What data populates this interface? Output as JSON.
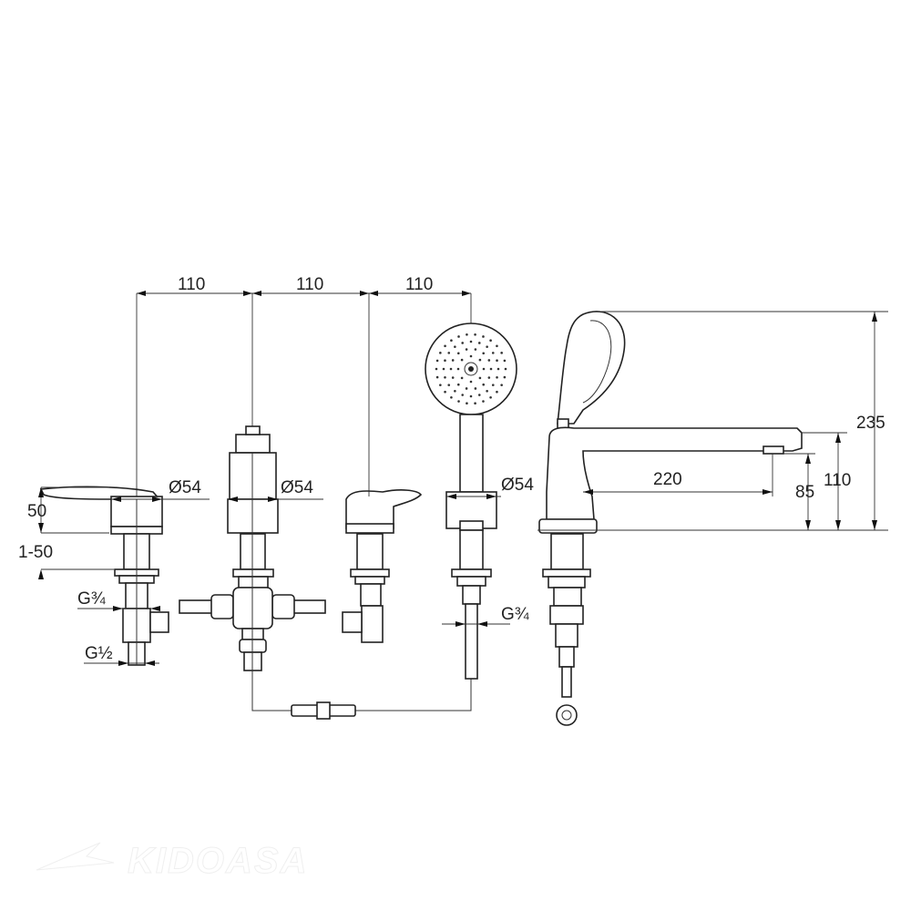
{
  "drawing": {
    "spacing_labels": [
      "110",
      "110",
      "110"
    ],
    "diameter_labels": [
      "Ø54",
      "Ø54",
      "Ø54"
    ],
    "lever_height": "50",
    "deck_thickness": "1-50",
    "thread_upper": "G¾",
    "thread_lower": "G½",
    "thread_hose": "G¾",
    "spout_reach": "220",
    "spout_outlet_height": "85",
    "spout_height": "110",
    "total_height": "235"
  },
  "watermark": "KIDOASA"
}
